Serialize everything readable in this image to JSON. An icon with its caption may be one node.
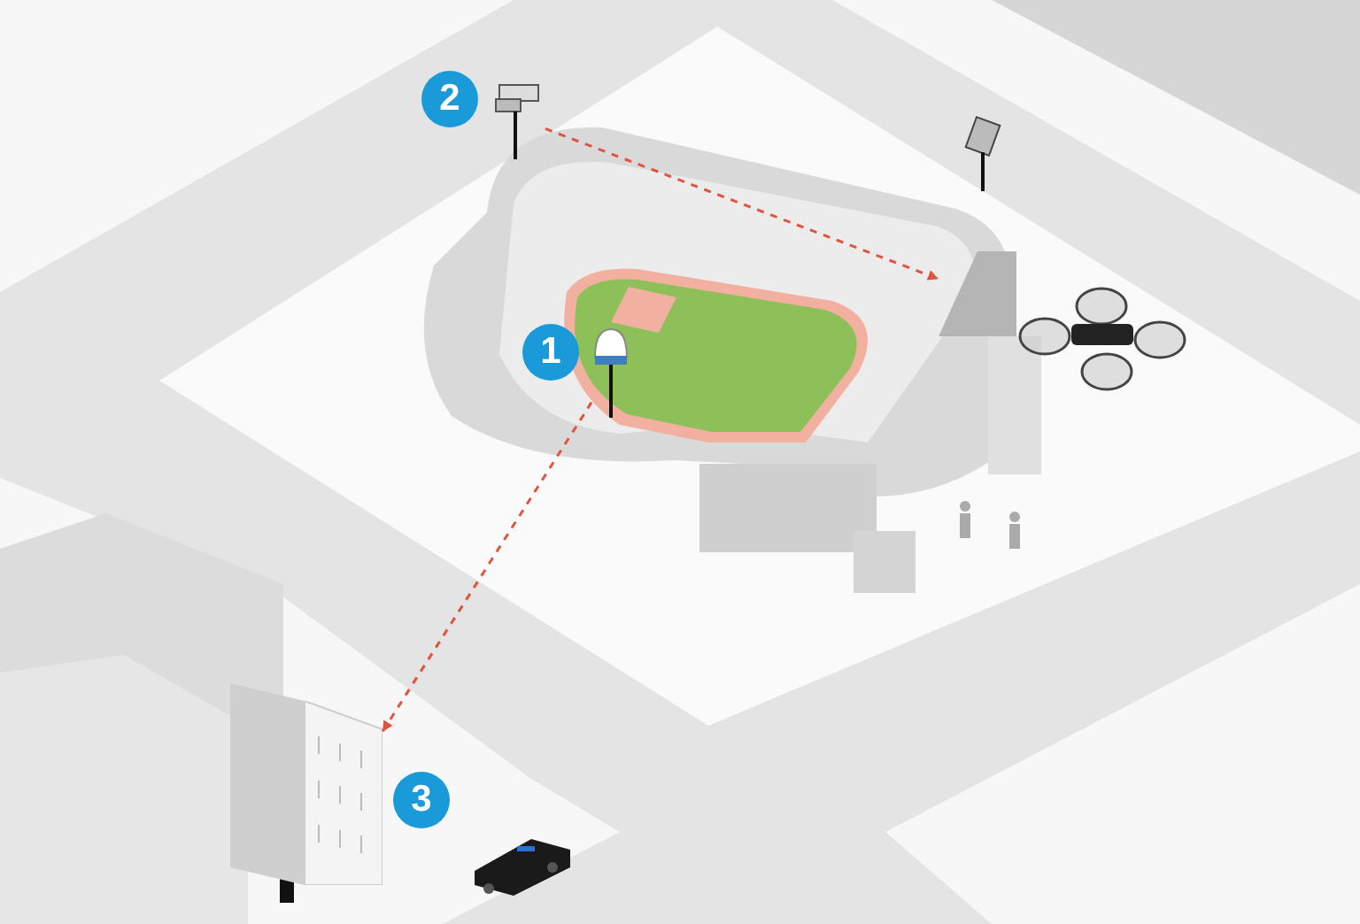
{
  "diagram": {
    "nodes": [
      {
        "text": [],
        "shape": "picture"
      },
      {
        "text": [],
        "shape": "picture"
      },
      {
        "text": [],
        "shape": "picture"
      },
      {
        "text": [],
        "shape": "picture"
      }
    ],
    "edges": [
      {
        "from": 0,
        "to": 1,
        "arrow": "to",
        "style": "dashed"
      },
      {
        "from": 2,
        "to": 3,
        "arrow": "to",
        "style": "dashed"
      }
    ],
    "labels": [
      "2",
      "1",
      "3"
    ]
  }
}
